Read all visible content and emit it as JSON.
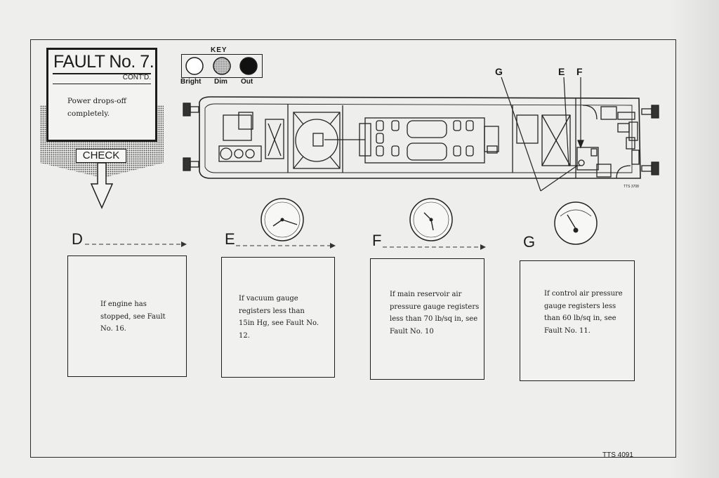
{
  "fault": {
    "title": "FAULT No. 7.",
    "contd": "CONT'D.",
    "symptom": "Power drops-off completely."
  },
  "check_label": "CHECK",
  "key": {
    "title": "KEY",
    "items": [
      {
        "label": "Bright",
        "fill": "#ffffff"
      },
      {
        "label": "Dim",
        "fill": "#b5b5b5"
      },
      {
        "label": "Out",
        "fill": "#111111"
      }
    ]
  },
  "pointers": [
    "G",
    "E",
    "F"
  ],
  "diagram_ref": "TTS 3708",
  "steps": [
    {
      "letter": "D",
      "text": "If engine has stopped, see Fault No. 16."
    },
    {
      "letter": "E",
      "text": "If vacuum gauge registers less than 15in Hg, see Fault No. 12."
    },
    {
      "letter": "F",
      "text": "If main reservoir air pressure gauge registers less than 70 lb/sq in, see Fault No. 10"
    },
    {
      "letter": "G",
      "text": "If control air pressure gauge registers less than 60 lb/sq in, see Fault No. 11."
    }
  ],
  "page_ref": "TTS 4091"
}
